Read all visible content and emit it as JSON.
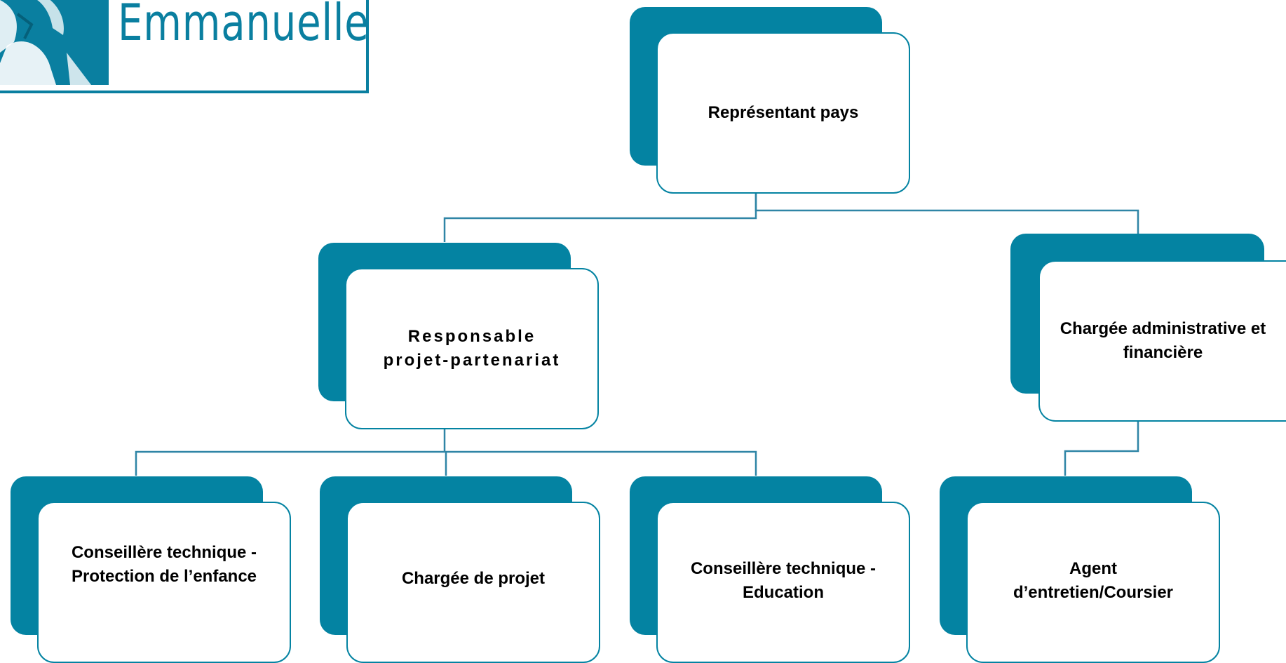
{
  "logo": {
    "brand_text": "Emmanuelle",
    "icon": "portrait-photo"
  },
  "colors": {
    "node_back": "#0483a2",
    "node_border": "#0483a2",
    "connector": "#2f85a6",
    "logo": "#0a7fa0"
  },
  "org_chart": {
    "root": {
      "label": "Représentant pays"
    },
    "level1": [
      {
        "label": "Responsable\nprojet-partenariat"
      },
      {
        "label": "Chargée administrative et\nfinancière"
      }
    ],
    "level2": [
      {
        "label": "Conseillère technique -\nProtection de l’enfance"
      },
      {
        "label": "Chargée de projet"
      },
      {
        "label": "Conseillère technique -\nEducation"
      },
      {
        "label": "Agent\nd’entretien/Coursier"
      }
    ]
  }
}
